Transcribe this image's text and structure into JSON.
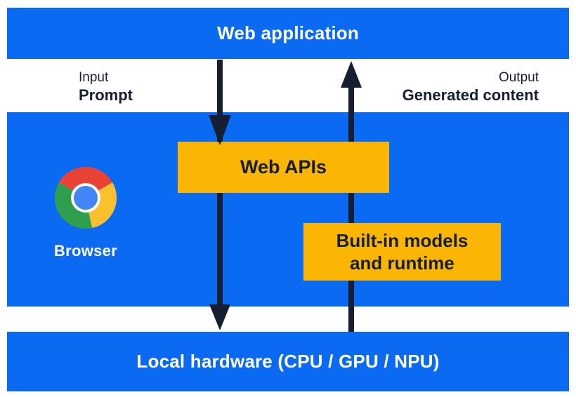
{
  "layers": {
    "web_application": "Web application",
    "local_hardware": "Local hardware (CPU / GPU / NPU)"
  },
  "io": {
    "input_caption": "Input",
    "input_value": "Prompt",
    "output_caption": "Output",
    "output_value": "Generated content"
  },
  "browser": {
    "label": "Browser",
    "icon": "chrome-icon"
  },
  "boxes": {
    "web_apis": "Web APIs",
    "builtin_lines": [
      "Built-in models",
      "and runtime"
    ]
  },
  "arrows": [
    {
      "name": "input-flow",
      "direction": "down"
    },
    {
      "name": "output-flow",
      "direction": "up"
    }
  ],
  "colors": {
    "blue": "#0a6bf2",
    "yellow": "#fbb605",
    "navy": "#161e32",
    "white": "#ffffff",
    "chrome_red": "#ea4335",
    "chrome_yellow": "#fbc02d",
    "chrome_green": "#2f9e4f",
    "chrome_blue": "#4285f4"
  }
}
